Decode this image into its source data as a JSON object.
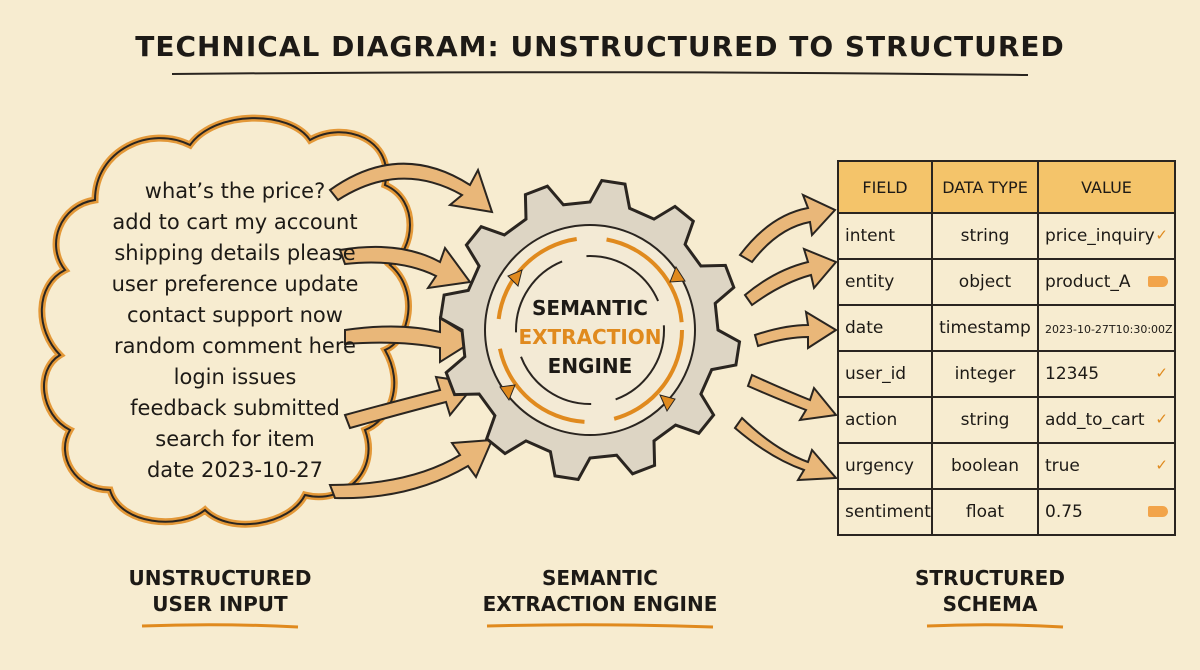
{
  "title": "TECHNICAL DIAGRAM: UNSTRUCTURED TO STRUCTURED",
  "input_lines": [
    "what’s the price?",
    "add to cart my account",
    "shipping details please",
    "user preference update",
    "contact support now",
    "random comment here",
    "login issues",
    "feedback submitted",
    "search for item",
    "date 2023-10-27"
  ],
  "engine": {
    "line1": "SEMANTIC",
    "line2": "EXTRACTION",
    "line3": "ENGINE"
  },
  "schema": {
    "headers": [
      "FIELD",
      "DATA TYPE",
      "VALUE"
    ],
    "rows": [
      {
        "field": "intent",
        "type": "string",
        "value": "price_inquiry",
        "mark": "check"
      },
      {
        "field": "entity",
        "type": "object",
        "value": "product_A",
        "mark": "tag"
      },
      {
        "field": "date",
        "type": "timestamp",
        "value": "2023-10-27T10:30:00Z",
        "mark": ""
      },
      {
        "field": "user_id",
        "type": "integer",
        "value": "12345",
        "mark": "check"
      },
      {
        "field": "action",
        "type": "string",
        "value": "add_to_cart",
        "mark": "check"
      },
      {
        "field": "urgency",
        "type": "boolean",
        "value": "true",
        "mark": "check"
      },
      {
        "field": "sentiment",
        "type": "float",
        "value": "0.75",
        "mark": "tag"
      }
    ]
  },
  "captions": {
    "left_line1": "UNSTRUCTURED",
    "left_line2": "USER INPUT",
    "center_line1": "SEMANTIC",
    "center_line2": "EXTRACTION ENGINE",
    "right_line1": "STRUCTURED",
    "right_line2": "SCHEMA"
  },
  "colors": {
    "background": "#f7ecd0",
    "accent": "#e08a1e",
    "ink": "#1d1a16",
    "arrow_fill": "#e9b779"
  }
}
